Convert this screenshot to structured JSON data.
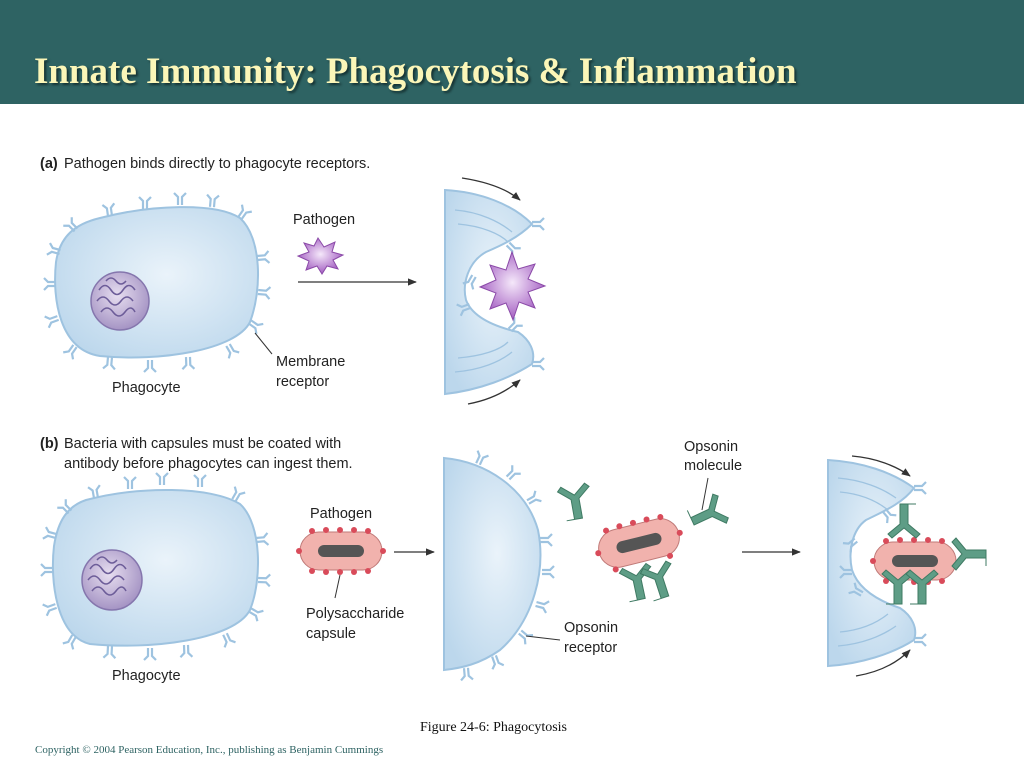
{
  "slide": {
    "title": "Innate Immunity: Phagocytosis & Inflammation",
    "caption": "Figure 24-6: Phagocytosis",
    "copyright": "Copyright © 2004 Pearson Education, Inc., publishing as Benjamin Cummings"
  },
  "panel_a": {
    "letter": "(a)",
    "heading": "Pathogen binds directly to phagocyte receptors.",
    "pathogen_label": "Pathogen",
    "membrane_receptor_label_1": "Membrane",
    "membrane_receptor_label_2": "receptor",
    "phagocyte_label": "Phagocyte"
  },
  "panel_b": {
    "letter": "(b)",
    "heading_1": "Bacteria with capsules must be coated with",
    "heading_2": "antibody before phagocytes can ingest them.",
    "pathogen_label": "Pathogen",
    "capsule_label_1": "Polysaccharide",
    "capsule_label_2": "capsule",
    "phagocyte_label": "Phagocyte",
    "opsonin_receptor_label_1": "Opsonin",
    "opsonin_receptor_label_2": "receptor",
    "opsonin_molecule_label_1": "Opsonin",
    "opsonin_molecule_label_2": "molecule"
  },
  "colors": {
    "title_bar": "#2e6363",
    "title_text": "#fbf6b8",
    "cell_fill": "#d3e5f3",
    "cell_stroke": "#9ec3e0",
    "pathogen": "#a865c6",
    "capsule": "#f1b2ad",
    "opsonin": "#5e9d86"
  }
}
